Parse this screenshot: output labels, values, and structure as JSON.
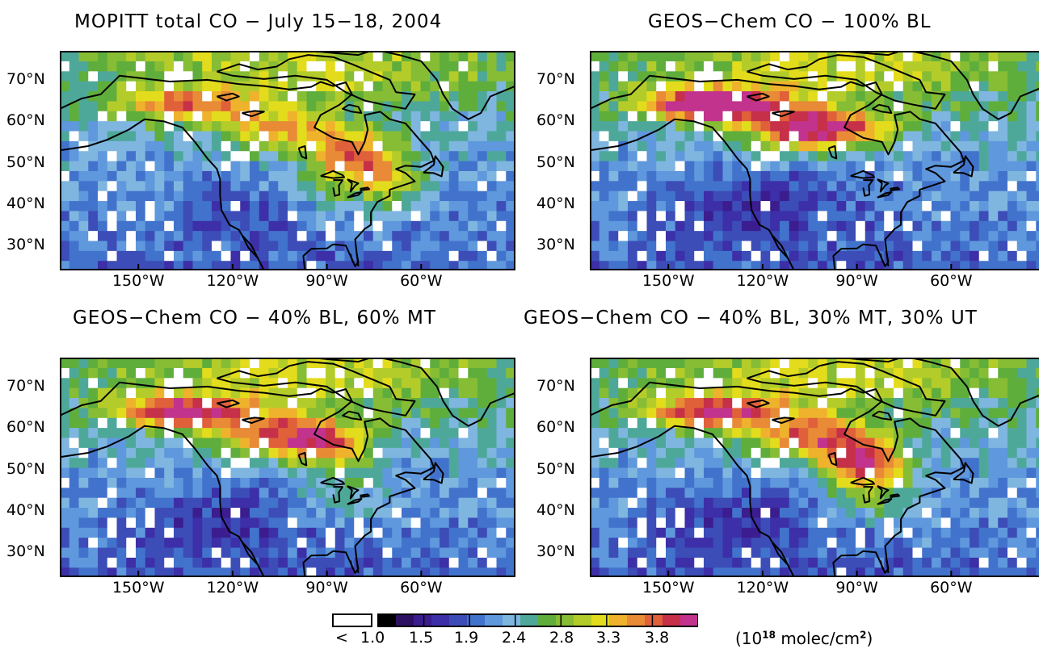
{
  "panels": [
    {
      "title": "MOPITT total CO − July 15−18, 2004",
      "scheme": "obs"
    },
    {
      "title": "GEOS−Chem CO − 100% BL",
      "scheme": "bl"
    },
    {
      "title": "GEOS−Chem CO − 40% BL, 60% MT",
      "scheme": "mt"
    },
    {
      "title": "GEOS−Chem CO − 40% BL, 30% MT, 30% UT",
      "scheme": "ut"
    }
  ],
  "lat_labels": [
    "70°N",
    "60°N",
    "50°N",
    "40°N",
    "30°N"
  ],
  "lat_values": [
    70,
    60,
    50,
    40,
    30
  ],
  "lon_labels": [
    "150°W",
    "120°W",
    "90°W",
    "60°W"
  ],
  "lon_values": [
    -150,
    -120,
    -90,
    -60
  ],
  "map_extent": {
    "lon_min": -175,
    "lon_max": -30,
    "lat_min": 24,
    "lat_max": 77
  },
  "colorbar": {
    "below_label": "<",
    "tick_labels": [
      "1.0",
      "1.5",
      "1.9",
      "2.4",
      "2.8",
      "3.3",
      "3.8"
    ],
    "colors": [
      "#000000",
      "#2d1160",
      "#3b1d8f",
      "#3c2fa8",
      "#3c4db8",
      "#4273cc",
      "#5f98dd",
      "#7fb6e0",
      "#4ea89a",
      "#5fae3c",
      "#86bd34",
      "#b4cc2a",
      "#e3dc1c",
      "#efb22c",
      "#e88a36",
      "#e0603a",
      "#c63048",
      "#c2338e"
    ],
    "below_color": "#ffffff",
    "units_prefix": "(10",
    "units_exp": "18",
    "units_mid": " molec/cm",
    "units_exp2": "2",
    "units_suffix": ")"
  },
  "colors": {
    "coast": "#000000",
    "missing": "#ffffff"
  }
}
